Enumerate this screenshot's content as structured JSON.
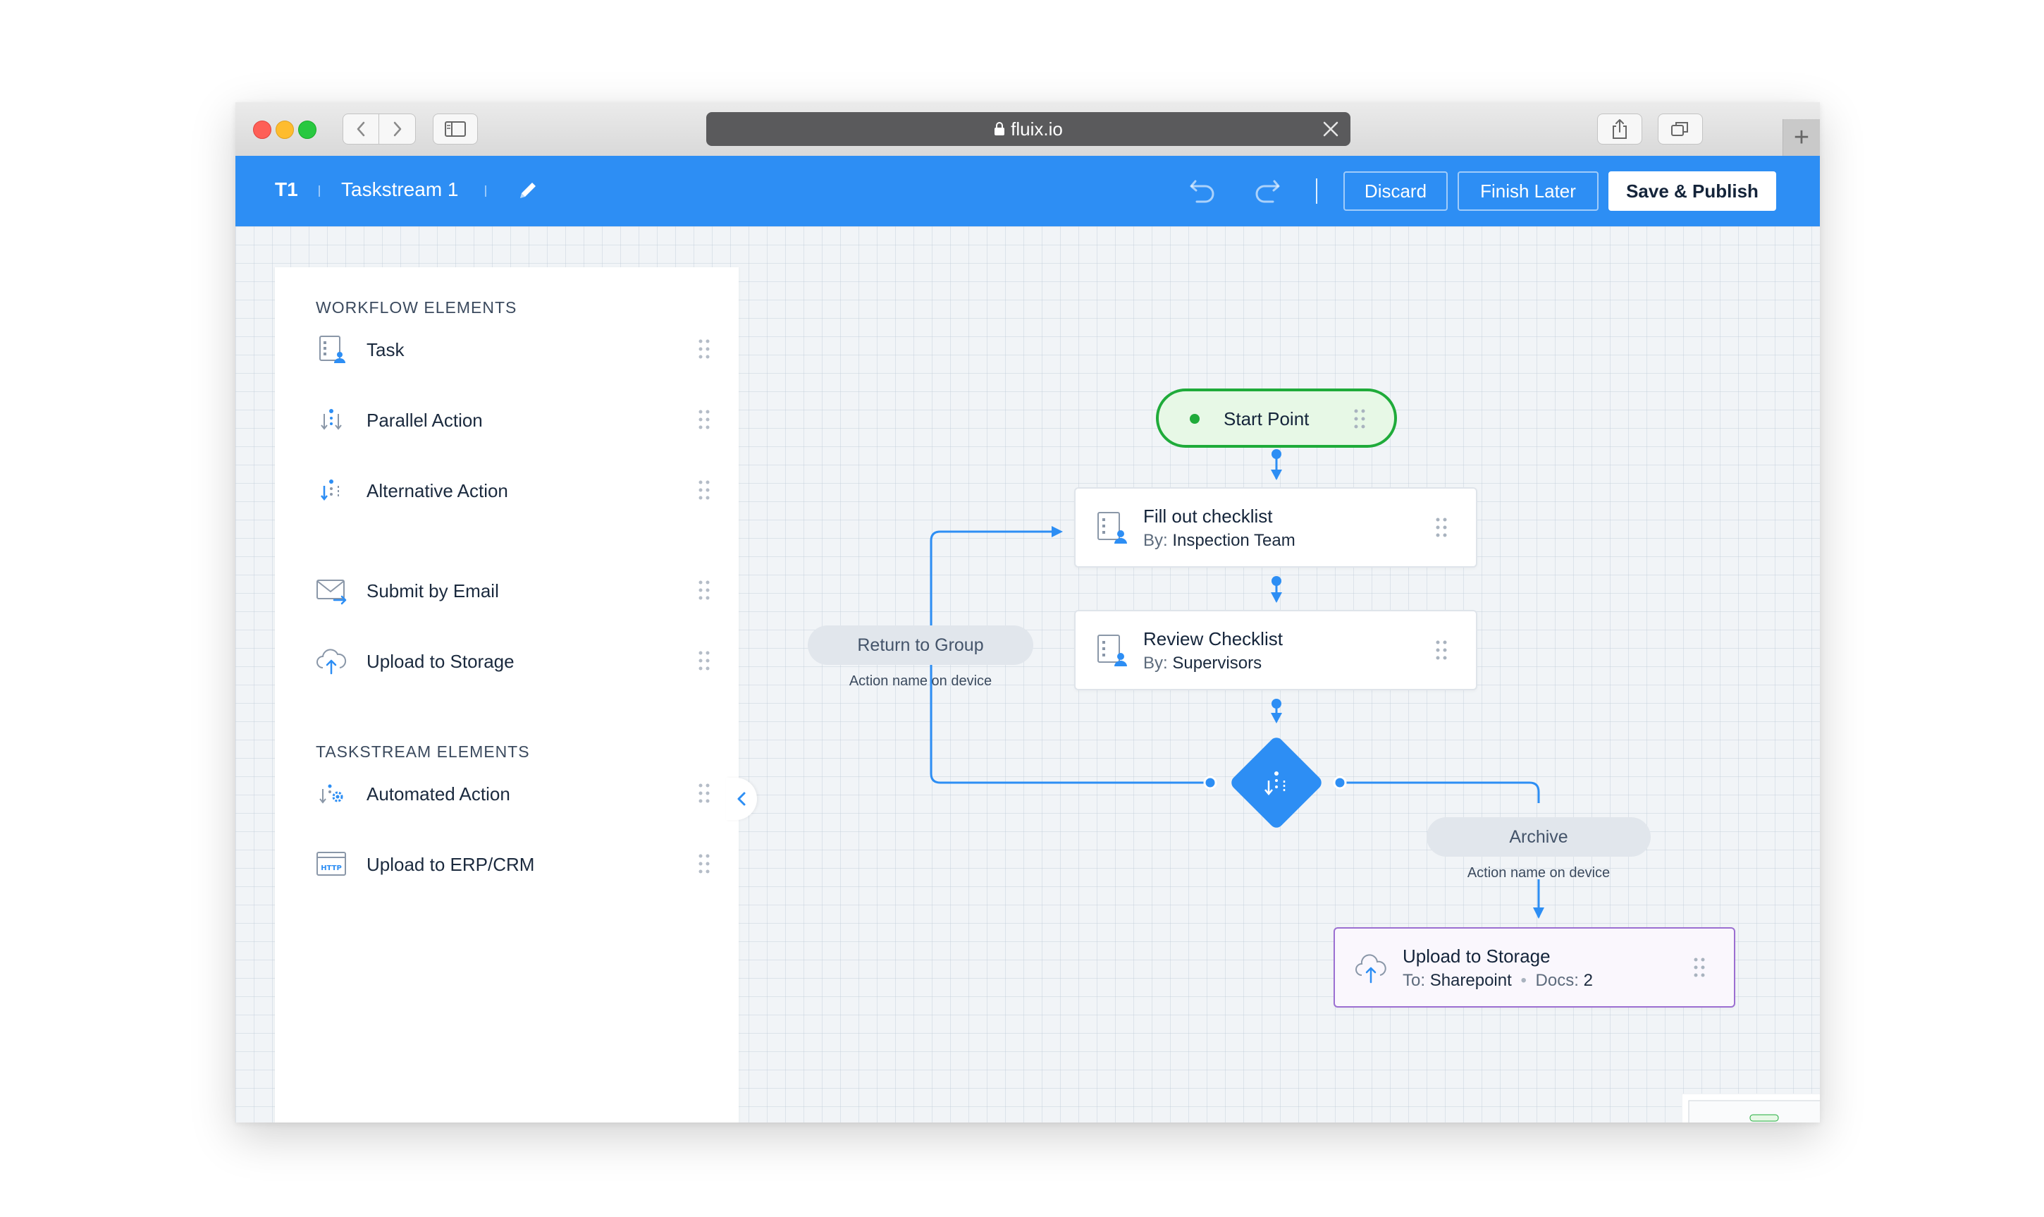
{
  "browser": {
    "url": "fluix.io",
    "new_tab_label": "+"
  },
  "header": {
    "short_id": "T1",
    "title": "Taskstream 1",
    "discard_label": "Discard",
    "finish_later_label": "Finish Later",
    "save_publish_label": "Save & Publish"
  },
  "palette": {
    "workflow_title": "WORKFLOW ELEMENTS",
    "workflow_items": [
      {
        "label": "Task",
        "icon": "task-icon"
      },
      {
        "label": "Parallel Action",
        "icon": "parallel-action-icon"
      },
      {
        "label": "Alternative Action",
        "icon": "alternative-action-icon"
      },
      {
        "label": "Submit by Email",
        "icon": "email-icon"
      },
      {
        "label": "Upload to Storage",
        "icon": "cloud-upload-icon"
      }
    ],
    "taskstream_title": "TASKSTREAM ELEMENTS",
    "taskstream_items": [
      {
        "label": "Automated Action",
        "icon": "automated-action-icon"
      },
      {
        "label": "Upload to ERP/CRM",
        "icon": "http-icon"
      }
    ]
  },
  "flow": {
    "start": {
      "label": "Start Point"
    },
    "steps": [
      {
        "title": "Fill out checklist",
        "by_prefix": "By:",
        "by_value": "Inspection Team"
      },
      {
        "title": "Review Checklist",
        "by_prefix": "By:",
        "by_value": "Supervisors"
      }
    ],
    "branches": [
      {
        "label": "Return to Group",
        "note": "Action name on device"
      },
      {
        "label": "Archive",
        "note": "Action name on device"
      }
    ],
    "storage": {
      "title": "Upload to Storage",
      "to_prefix": "To:",
      "to_value": "Sharepoint",
      "bullet": "•",
      "docs_prefix": "Docs:",
      "docs_value": "2"
    }
  },
  "colors": {
    "brand_blue": "#2d8ef4",
    "start_green": "#1fab3a",
    "storage_purple": "#9b6fd1",
    "connector_blue": "#2d8ef4"
  }
}
